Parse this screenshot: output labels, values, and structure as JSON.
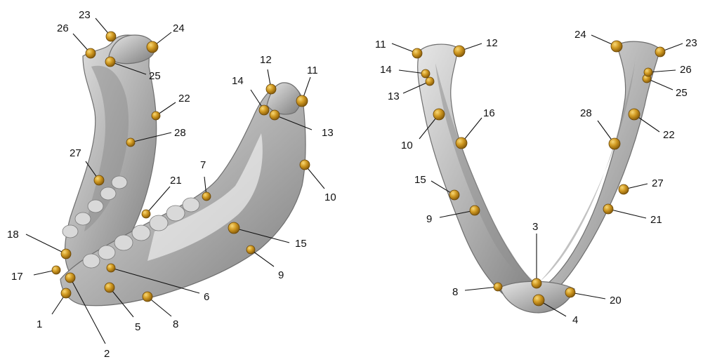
{
  "left_view_landmarks": [
    {
      "label": "1"
    },
    {
      "label": "2"
    },
    {
      "label": "5"
    },
    {
      "label": "6"
    },
    {
      "label": "7"
    },
    {
      "label": "8"
    },
    {
      "label": "9"
    },
    {
      "label": "10"
    },
    {
      "label": "11"
    },
    {
      "label": "12"
    },
    {
      "label": "13"
    },
    {
      "label": "14"
    },
    {
      "label": "15"
    },
    {
      "label": "17"
    },
    {
      "label": "18"
    },
    {
      "label": "21"
    },
    {
      "label": "22"
    },
    {
      "label": "23"
    },
    {
      "label": "24"
    },
    {
      "label": "25"
    },
    {
      "label": "26"
    },
    {
      "label": "27"
    },
    {
      "label": "28"
    }
  ],
  "right_view_landmarks": [
    {
      "label": "3"
    },
    {
      "label": "4"
    },
    {
      "label": "8"
    },
    {
      "label": "9"
    },
    {
      "label": "10"
    },
    {
      "label": "11"
    },
    {
      "label": "12"
    },
    {
      "label": "13"
    },
    {
      "label": "14"
    },
    {
      "label": "15"
    },
    {
      "label": "16"
    },
    {
      "label": "20"
    },
    {
      "label": "21"
    },
    {
      "label": "22"
    },
    {
      "label": "23"
    },
    {
      "label": "24"
    },
    {
      "label": "25"
    },
    {
      "label": "26"
    },
    {
      "label": "27"
    },
    {
      "label": "28"
    }
  ],
  "colors": {
    "landmark": "#c8961e",
    "bone": "#a9a9a9",
    "leader": "#111111"
  }
}
